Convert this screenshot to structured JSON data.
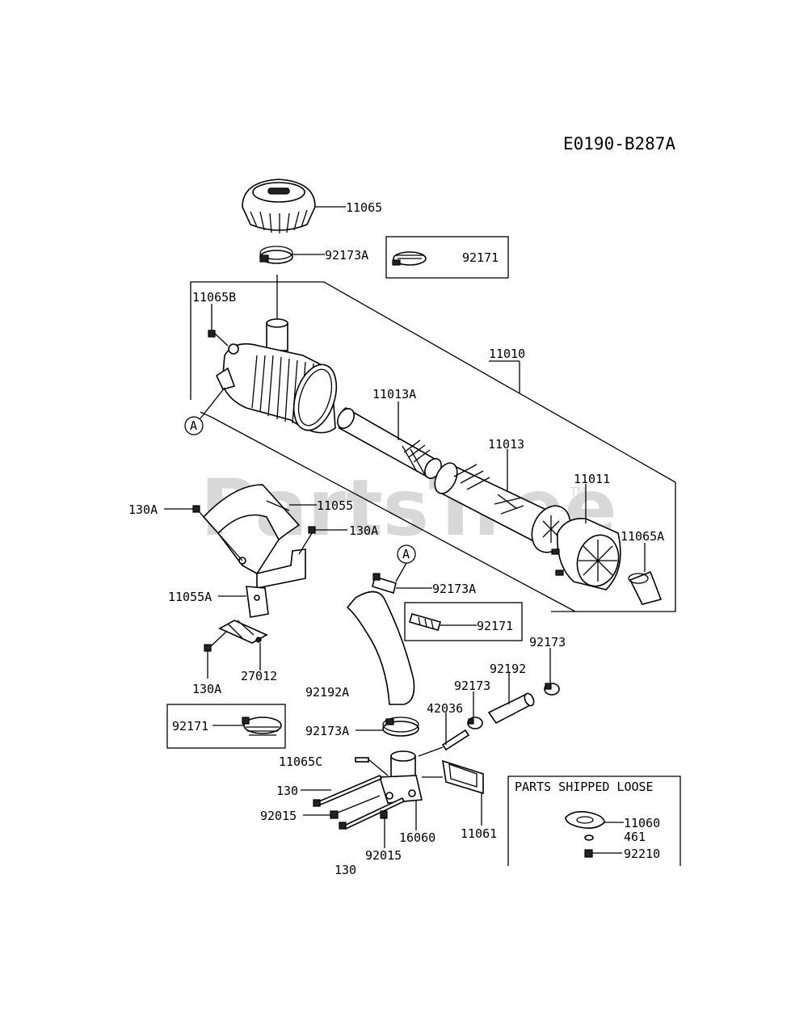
{
  "diagram_code": "E0190-B287A",
  "watermark": "PartsTree",
  "watermark_tm": "TM",
  "loose_box_title": "PARTS SHIPPED LOOSE",
  "labels": {
    "p11065": "11065",
    "p92173A_top": "92173A",
    "p92171_top": "92171",
    "p11065B": "11065B",
    "p11010": "11010",
    "p11013A": "11013A",
    "p11013": "11013",
    "p11011": "11011",
    "p11065A": "11065A",
    "p11055": "11055",
    "p130A_left": "130A",
    "p130A_mid": "130A",
    "p11055A": "11055A",
    "p130A_bottom": "130A",
    "p27012": "27012",
    "ref_A_left": "A",
    "ref_A_mid": "A",
    "p92173A_mid": "92173A",
    "p92171_mid": "92171",
    "p92173_right": "92173",
    "p92192": "92192",
    "p92173_mid": "92173",
    "p42036": "42036",
    "p92192A": "92192A",
    "p92171_bottom": "92171",
    "p92173A_bottom": "92173A",
    "p11065C": "11065C",
    "p130_mid": "130",
    "p92015_left": "92015",
    "p16060": "16060",
    "p11061": "11061",
    "p92015_bottom": "92015",
    "p130_bottom": "130",
    "p11060": "11060",
    "p461": "461",
    "p92210": "92210"
  }
}
